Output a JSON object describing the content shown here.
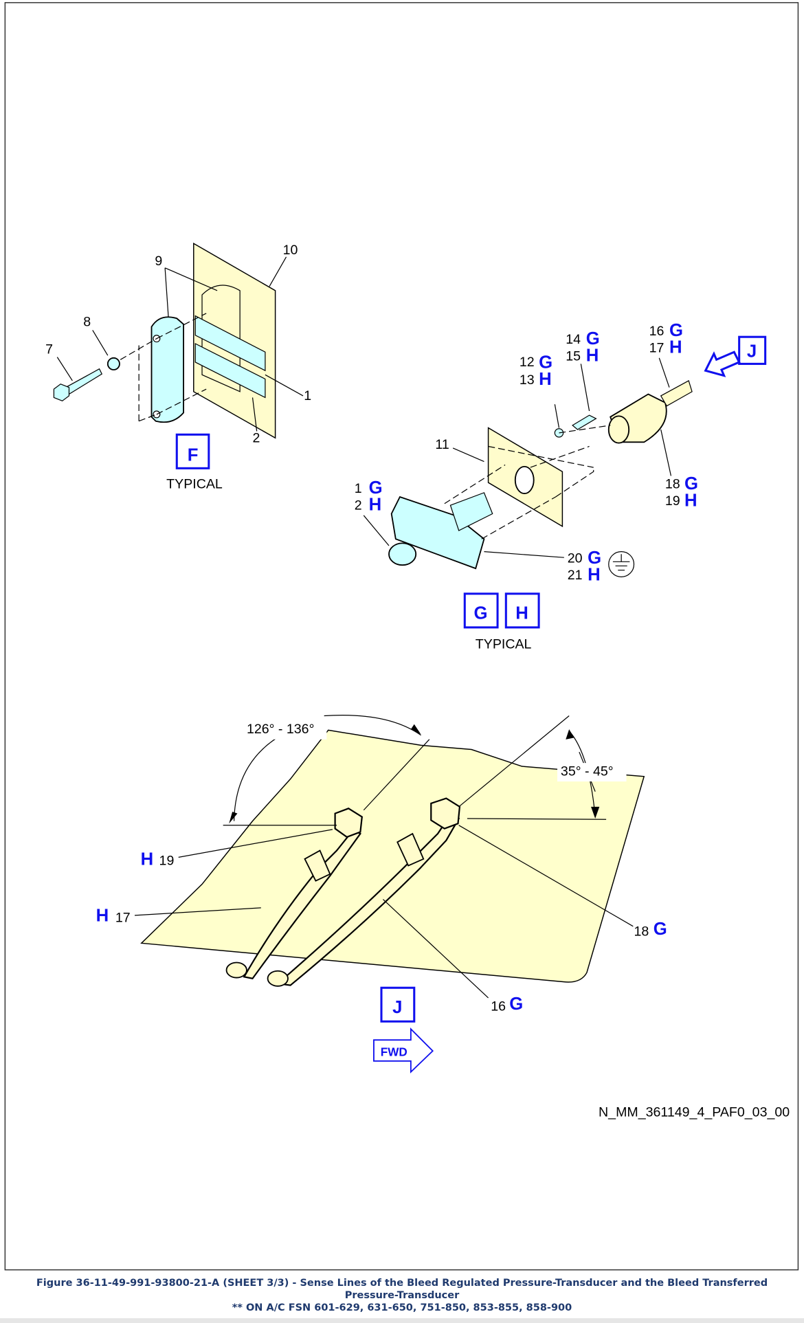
{
  "figure": {
    "drawing_id": "N_MM_361149_4_PAF0_03_00",
    "caption_line1": "Figure 36-11-49-991-93800-21-A (SHEET 3/3) - Sense Lines of the Bleed Regulated Pressure-Transducer and the Bleed Transferred Pressure-Transducer",
    "caption_line2": "** ON A/C FSN 601-629, 631-650, 751-850, 853-855, 858-900"
  },
  "view_f": {
    "label": "F",
    "note": "TYPICAL",
    "callouts": [
      "1",
      "2",
      "7",
      "8",
      "9",
      "10"
    ]
  },
  "view_gh": {
    "labels": [
      "G",
      "H"
    ],
    "note": "TYPICAL",
    "view_ref": "J",
    "callouts": {
      "c1": "1",
      "c2": "2",
      "c11": "11",
      "c12": "12",
      "c13": "13",
      "c14": "14",
      "c15": "15",
      "c16": "16",
      "c17": "17",
      "c18": "18",
      "c19": "19",
      "c20": "20",
      "c21": "21"
    },
    "suffix_g": "G",
    "suffix_h": "H"
  },
  "view_j": {
    "label": "J",
    "fwd": "FWD",
    "angle1": "126° - 136°",
    "angle2": "35° - 45°",
    "callouts": {
      "c19": "19",
      "c17": "17",
      "c18": "18",
      "c16": "16"
    },
    "suffix_g": "G",
    "suffix_h": "H"
  },
  "colors": {
    "part": "#ccffff",
    "structure": "#fffccc",
    "label": "#1010ee",
    "caption": "#1f3a6e"
  }
}
